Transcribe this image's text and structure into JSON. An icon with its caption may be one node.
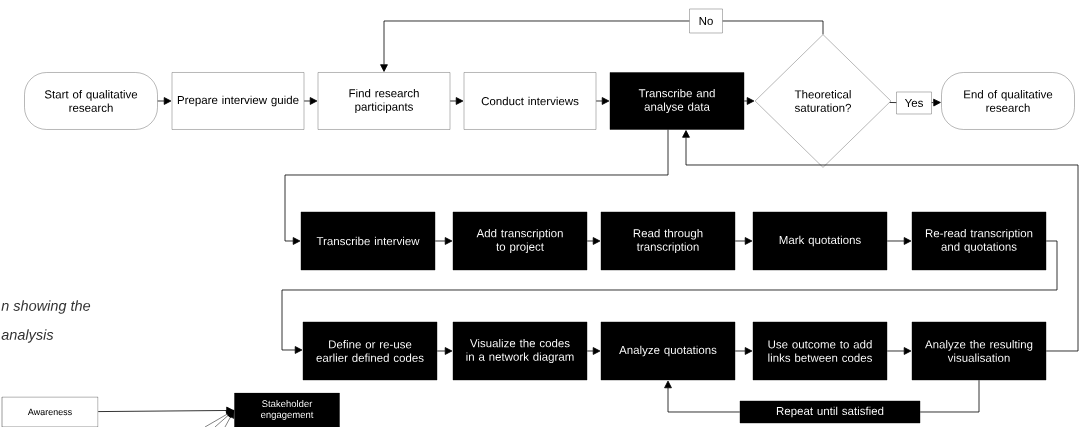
{
  "diagram": {
    "nodes": [
      {
        "text": [
          "Start of qualitative research"
        ]
      },
      {
        "text": [
          "Prepare interview guide"
        ]
      },
      {
        "text": [
          "Find research participants"
        ]
      },
      {
        "text": [
          "Conduct interviews"
        ]
      },
      {
        "text": [
          "Transcribe and analyse data"
        ]
      },
      {
        "text": [
          "Theoretical saturation?"
        ]
      },
      {
        "text": [
          "No"
        ]
      },
      {
        "text": [
          "Yes"
        ]
      },
      {
        "text": [
          "End of qualitative research"
        ]
      },
      {
        "text": [
          "Transcribe interview"
        ]
      },
      {
        "text": [
          "Add transcription to project"
        ]
      },
      {
        "text": [
          "Read through transcription"
        ]
      },
      {
        "text": [
          "Mark quotations"
        ]
      },
      {
        "text": [
          "Re-read transcription and quotations"
        ]
      },
      {
        "text": [
          "Define or re-use earlier defined codes"
        ]
      },
      {
        "text": [
          "Visualize the codes in a network diagram"
        ]
      },
      {
        "text": [
          "Analyze quotations"
        ]
      },
      {
        "text": [
          "Use outcome to add links between codes"
        ]
      },
      {
        "text": [
          "Analyze the resulting visualisation"
        ]
      },
      {
        "text": [
          "Repeat until satisfied"
        ]
      },
      {
        "text": [
          "Awareness"
        ]
      },
      {
        "text": [
          "Stakeholder engagement"
        ]
      }
    ],
    "edges": [
      {
        "from": 0,
        "to": 1,
        "arrow": "to"
      },
      {
        "from": 1,
        "to": 2,
        "arrow": "to"
      },
      {
        "from": 2,
        "to": 3,
        "arrow": "to"
      },
      {
        "from": 3,
        "to": 4,
        "arrow": "to"
      },
      {
        "from": 4,
        "to": 5,
        "arrow": "to"
      },
      {
        "from": 5,
        "to": 6,
        "arrow": "none"
      },
      {
        "from": 6,
        "to": 2,
        "arrow": "to"
      },
      {
        "from": 5,
        "to": 7,
        "arrow": "none"
      },
      {
        "from": 7,
        "to": 8,
        "arrow": "to"
      },
      {
        "from": 4,
        "to": 9,
        "arrow": "to"
      },
      {
        "from": 9,
        "to": 10,
        "arrow": "to"
      },
      {
        "from": 10,
        "to": 11,
        "arrow": "to"
      },
      {
        "from": 11,
        "to": 12,
        "arrow": "to"
      },
      {
        "from": 12,
        "to": 13,
        "arrow": "to"
      },
      {
        "from": 13,
        "to": 14,
        "arrow": "to"
      },
      {
        "from": 14,
        "to": 15,
        "arrow": "to"
      },
      {
        "from": 15,
        "to": 16,
        "arrow": "to"
      },
      {
        "from": 16,
        "to": 17,
        "arrow": "to"
      },
      {
        "from": 17,
        "to": 18,
        "arrow": "to"
      },
      {
        "from": 18,
        "to": 4,
        "arrow": "to"
      },
      {
        "from": 18,
        "to": 19,
        "arrow": "none"
      },
      {
        "from": 19,
        "to": 16,
        "arrow": "to"
      },
      {
        "from": 20,
        "to": 21,
        "arrow": "to"
      },
      {
        "from": null,
        "to": 21,
        "arrow": "to"
      },
      {
        "from": null,
        "to": 21,
        "arrow": "to"
      },
      {
        "from": null,
        "to": 21,
        "arrow": "to"
      }
    ],
    "labels": [
      "n showing the",
      "analysis"
    ]
  }
}
